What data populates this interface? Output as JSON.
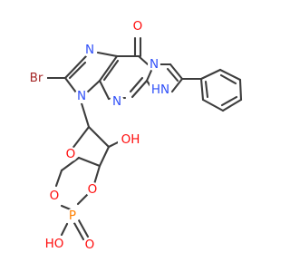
{
  "colors": {
    "bond": "#3d3d3d",
    "carbon": "#3d3d3d",
    "nitrogen": "#3050f8",
    "oxygen": "#ff0d0d",
    "bromine": "#a62929",
    "phosphorus": "#ff8000"
  },
  "atoms": {
    "o_carbonyl": {
      "text": "O",
      "element": "oxygen"
    },
    "n_imine_top": {
      "text": "N",
      "element": "nitrogen"
    },
    "n_bridge": {
      "text": "N",
      "element": "nitrogen"
    },
    "br": {
      "text": "Br",
      "element": "bromine"
    },
    "n9": {
      "text": "N",
      "element": "nitrogen"
    },
    "n_ring": {
      "text": "N",
      "element": "nitrogen"
    },
    "nh": {
      "text": "H",
      "element": "nitrogen"
    },
    "nh_n": {
      "text": "N",
      "element": "nitrogen"
    },
    "o_ring": {
      "text": "O",
      "element": "oxygen"
    },
    "oh_sugar": {
      "text": "OH",
      "element": "oxygen"
    },
    "o_ester_r": {
      "text": "O",
      "element": "oxygen"
    },
    "o_ester_l": {
      "text": "O",
      "element": "oxygen"
    },
    "p": {
      "text": "P",
      "element": "phosphorus"
    },
    "o_double": {
      "text": "O",
      "element": "oxygen"
    },
    "ho_phos": {
      "text": "HO",
      "element": "oxygen"
    }
  }
}
